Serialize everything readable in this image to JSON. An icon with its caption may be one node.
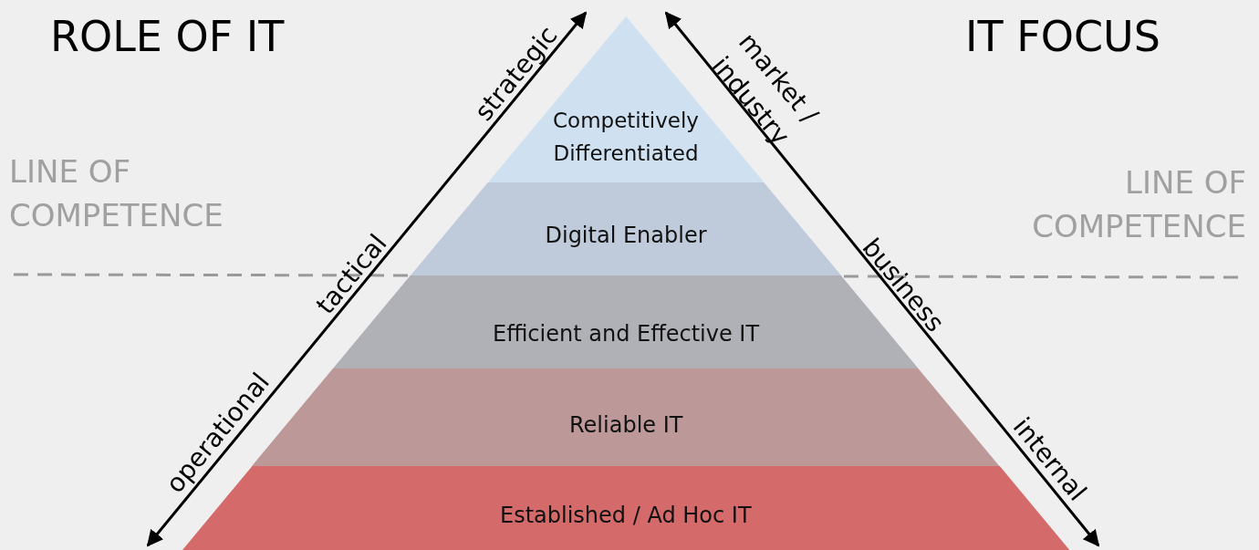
{
  "diagram": {
    "nodes": [
      {
        "text": [
          "Competitively Differentiated"
        ]
      },
      {
        "text": [
          "Digital Enabler"
        ]
      },
      {
        "text": [
          "Efficient and Effective IT"
        ]
      },
      {
        "text": [
          "Reliable IT"
        ]
      },
      {
        "text": [
          "Established / Ad Hoc IT"
        ]
      }
    ],
    "labels": [
      "ROLE OF IT",
      "IT FOCUS",
      "strategic",
      "market / industry",
      "LINE OF COMPETENCE",
      "LINE OF COMPETENCE",
      "tactical",
      "business",
      "operational",
      "internal"
    ]
  }
}
